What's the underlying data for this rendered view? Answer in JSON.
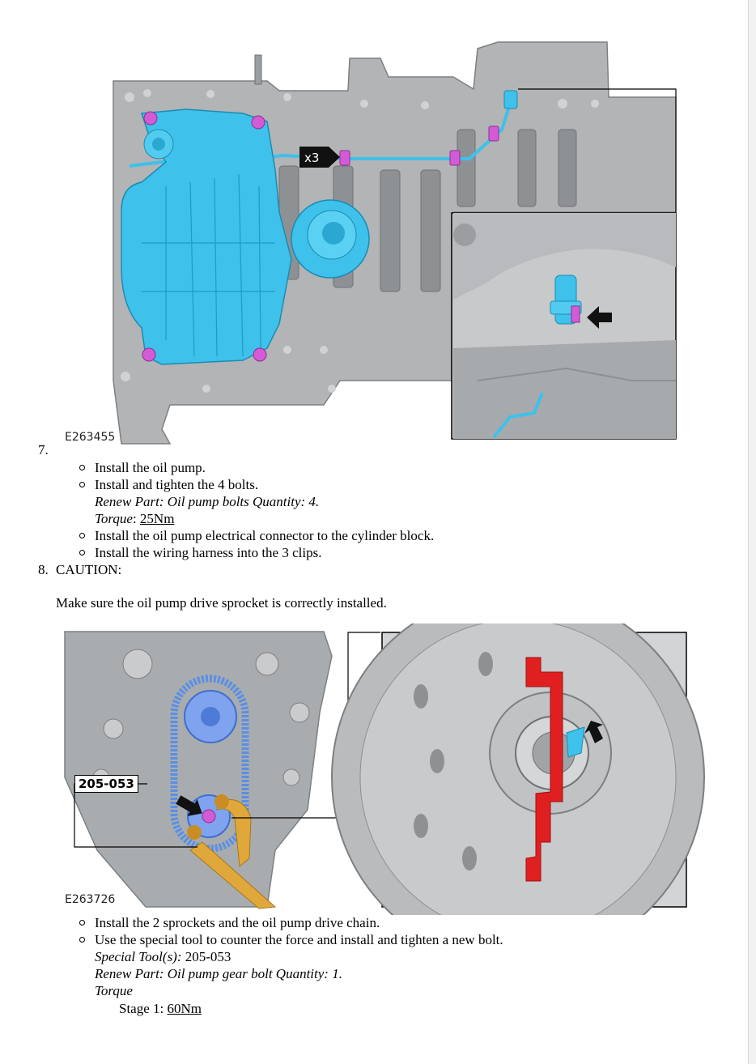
{
  "figure1": {
    "label": "E263455",
    "callout": "x3"
  },
  "step7": {
    "number": "7.",
    "bullets": [
      "Install the oil pump.",
      "Install and tighten the 4 bolts."
    ],
    "renew_part": "Renew Part: Oil pump bolts Quantity: 4.",
    "torque_label": "Torque",
    "torque_sep": ": ",
    "torque_value": "25Nm",
    "bullets_after": [
      "Install the oil pump electrical connector to the cylinder block.",
      "Install the wiring harness into the 3 clips."
    ]
  },
  "step8": {
    "number": "8.",
    "heading": "CAUTION:",
    "caution_text": "Make sure the oil pump drive sprocket is correctly installed."
  },
  "figure2": {
    "label": "E263726",
    "tool_callout": "205-053"
  },
  "step8_instructions": {
    "bullets": [
      "Install the 2 sprockets and the oil pump drive chain.",
      "Use the special tool to counter the force and install and tighten a new bolt."
    ],
    "special_tool_label": "Special Tool(s):",
    "special_tool_value": " 205-053",
    "renew_part": "Renew Part: Oil pump gear bolt Quantity: 1.",
    "torque_label": "Torque",
    "stage_label": "Stage 1: ",
    "stage_value": "60Nm"
  },
  "colors": {
    "engine_block": "#a9acae",
    "oil_pump": "#3ec1ea",
    "bolt_magenta": "#d45bd6",
    "special_tool": "#e0a83a",
    "marker_red": "#e02020",
    "chain_blue": "#5a8fe6"
  }
}
